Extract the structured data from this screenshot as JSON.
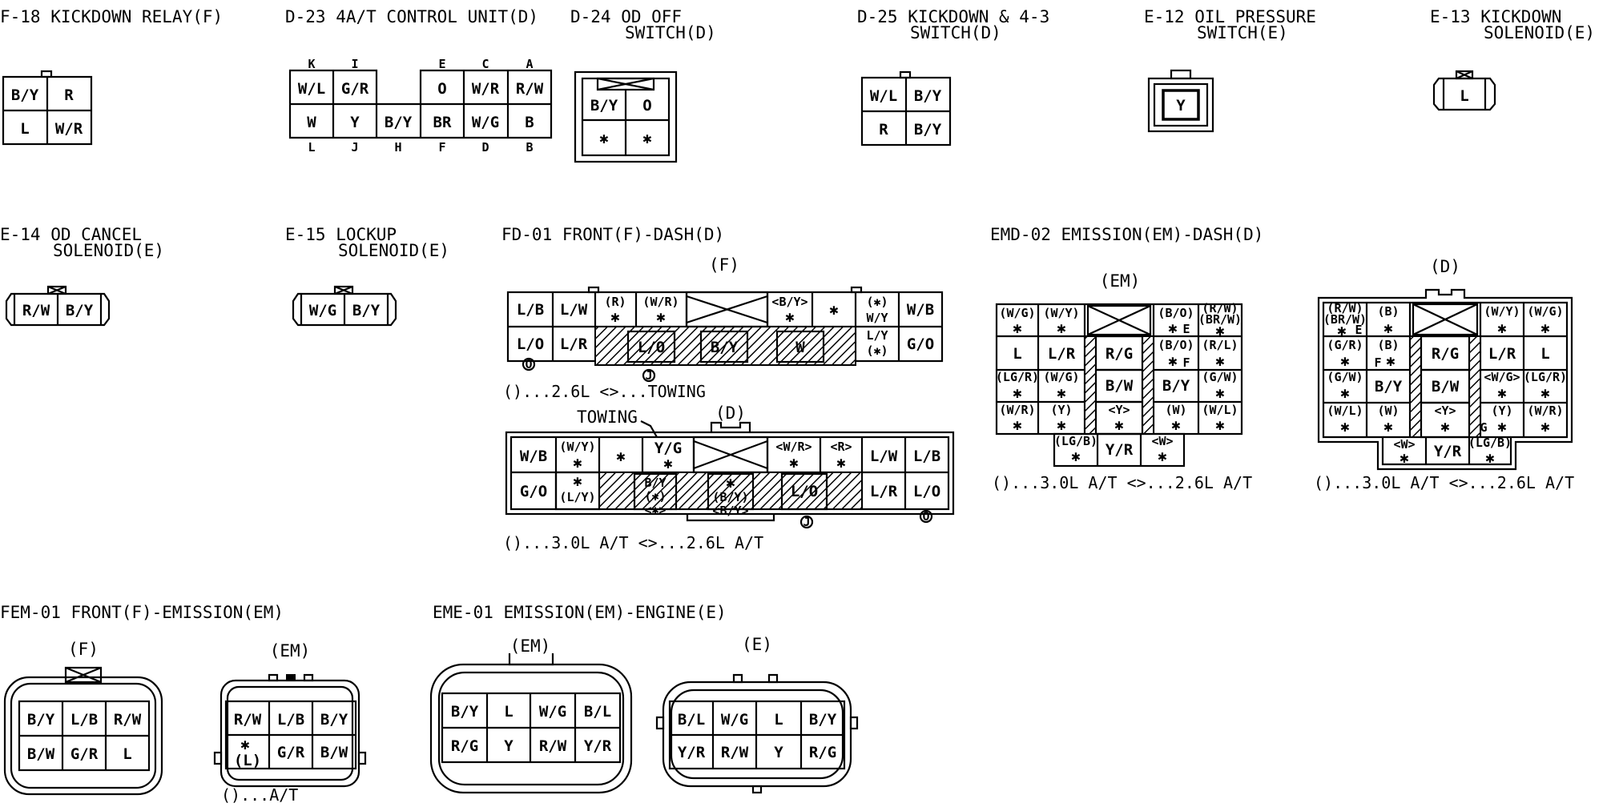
{
  "connectors": {
    "f18": {
      "title": "F-18 KICKDOWN RELAY(F)",
      "pins": [
        "B/Y",
        "R",
        "L",
        "W/R"
      ]
    },
    "d23": {
      "title": "D-23 4A/T CONTROL UNIT(D)",
      "top_letters": [
        "K",
        "I",
        "E",
        "C",
        "A"
      ],
      "bottom_letters": [
        "L",
        "J",
        "H",
        "F",
        "D",
        "B"
      ],
      "pins": [
        "W/L",
        "G/R",
        "O",
        "W/R",
        "R/W",
        "W",
        "Y",
        "B/Y",
        "BR",
        "W/G",
        "B"
      ]
    },
    "d24": {
      "title_1": "D-24 OD OFF",
      "title_2": "SWITCH(D)",
      "pins": [
        "B/Y",
        "O",
        "✱",
        "✱"
      ]
    },
    "d25": {
      "title_1": "D-25 KICKDOWN & 4-3",
      "title_2": "SWITCH(D)",
      "pins": [
        "W/L",
        "B/Y",
        "R",
        "B/Y"
      ]
    },
    "e12": {
      "title_1": "E-12 OIL PRESSURE",
      "title_2": "SWITCH(E)",
      "pin": "Y"
    },
    "e13": {
      "title_1": "E-13 KICKDOWN",
      "title_2": "SOLENOID(E)",
      "pin": "L"
    },
    "e14": {
      "title_1": "E-14 OD CANCEL",
      "title_2": "SOLENOID(E)",
      "pins": [
        "R/W",
        "B/Y"
      ]
    },
    "e15": {
      "title_1": "E-15 LOCKUP",
      "title_2": "SOLENOID(E)",
      "pins": [
        "W/G",
        "B/Y"
      ]
    },
    "fd01": {
      "title": "FD-01 FRONT(F)-DASH(D)",
      "f_label": "(F)",
      "d_label": "(D)",
      "towing": "TOWING",
      "f_note": "()...2.6L  <>...TOWING",
      "d_note": "()...3.0L A/T  <>...2.6L A/T",
      "f_pins": [
        "L/B",
        "L/W",
        "(R)",
        "(W/R)",
        "<B/Y>",
        "(✱)",
        "W/Y",
        "W/B",
        "L/O",
        "L/R",
        "L/O",
        "B/Y",
        "W",
        "L/Y",
        "(✱)",
        "G/O"
      ],
      "d_pins": [
        "W/B",
        "(W/Y)",
        "Y/G",
        "<W/R>",
        "<R>",
        "L/W",
        "L/B",
        "G/O",
        "(L/Y)",
        "B/Y",
        "(✱)",
        "<✱>",
        "(B/Y)",
        "<B/Y>",
        "L/O",
        "L/R",
        "L/O"
      ]
    },
    "emd02": {
      "title": "EMD-02 EMISSION(EM)-DASH(D)",
      "em_label": "(EM)",
      "d_label": "(D)",
      "em_note": "()...3.0L A/T  <>...2.6L A/T",
      "d_note": "()...3.0L A/T  <>...2.6L A/T",
      "em_pins": [
        "(W/G)",
        "(W/Y)",
        "(B/O)",
        "(R/W)",
        "(BR/W)",
        "L",
        "L/R",
        "R/G",
        "(B/O)",
        "(R/L)",
        "(LG/R)",
        "(W/G)",
        "B/W",
        "B/Y",
        "(G/W)",
        "(W/R)",
        "(Y)",
        "<Y>",
        "(W)",
        "(W/L)",
        "(LG/B)",
        "Y/R",
        "<W>"
      ],
      "d_pins": [
        "(R/W)",
        "(BR/W)",
        "(B)",
        "(W/Y)",
        "(W/G)",
        "(G/R)",
        "(B)",
        "R/G",
        "L/R",
        "L",
        "(G/W)",
        "B/Y",
        "B/W",
        "<W/G>",
        "(LG/R)",
        "(W/L)",
        "(W)",
        "<Y>",
        "(Y)",
        "(W/R)",
        "<W>",
        "Y/R",
        "(LG/B)"
      ]
    },
    "fem01": {
      "title": "FEM-01 FRONT(F)-EMISSION(EM)",
      "f_label": "(F)",
      "em_label": "(EM)",
      "note": "()...A/T",
      "f_pins": [
        "B/Y",
        "L/B",
        "R/W",
        "B/W",
        "G/R",
        "L"
      ],
      "em_pins": [
        "R/W",
        "L/B",
        "B/Y",
        "(L)",
        "G/R",
        "B/W"
      ]
    },
    "eme01": {
      "title": "EME-01 EMISSION(EM)-ENGINE(E)",
      "em_label": "(EM)",
      "e_label": "(E)",
      "em_pins": [
        "B/Y",
        "L",
        "W/G",
        "B/L",
        "R/G",
        "Y",
        "R/W",
        "Y/R"
      ],
      "e_pins": [
        "B/L",
        "W/G",
        "L",
        "B/Y",
        "Y/R",
        "R/W",
        "Y",
        "R/G"
      ]
    }
  },
  "letters": {
    "E": "E",
    "F": "F",
    "G": "G",
    "O": "O",
    "J": "J",
    "star": "✱"
  }
}
